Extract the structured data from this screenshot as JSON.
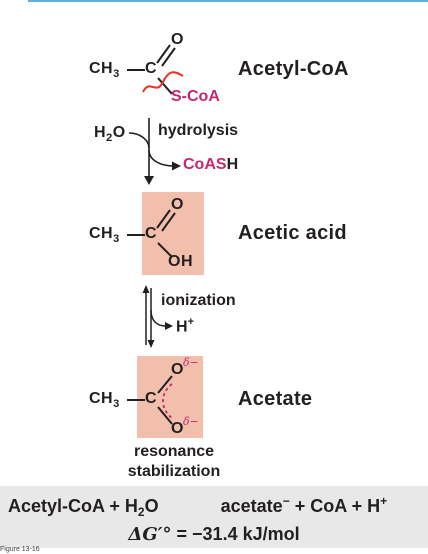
{
  "acetyl": {
    "ch3": "CH",
    "ch3_sub": "3",
    "c": "C",
    "o": "O",
    "scoa": "S-CoA",
    "name": "Acetyl-CoA"
  },
  "hydrolysis": {
    "water": "H",
    "water_sub": "2",
    "water_o": "O",
    "label": "hydrolysis",
    "product_pink": "CoAS",
    "product_black": "H"
  },
  "acetic": {
    "ch3": "CH",
    "ch3_sub": "3",
    "c": "C",
    "o": "O",
    "oh": "OH",
    "name": "Acetic acid"
  },
  "ionization": {
    "label": "ionization",
    "proton": "H",
    "proton_charge": "+"
  },
  "acetate": {
    "ch3": "CH",
    "ch3_sub": "3",
    "c": "C",
    "o_top": "O",
    "o_bottom": "O",
    "delta": "δ−",
    "name": "Acetate"
  },
  "resonance": {
    "line1": "resonance",
    "line2": "stabilization"
  },
  "equation": {
    "reactant1": "Acetyl-CoA",
    "plus1": "+",
    "reactant2": "H",
    "reactant2_sub": "2",
    "reactant2_o": "O",
    "product1": "acetate",
    "product1_charge": "−",
    "plus2": "+",
    "product2": "CoA",
    "plus3": "+",
    "product3": "H",
    "product3_charge": "+",
    "dg_symbol": "ΔG′°",
    "dg_equals": "=",
    "dg_value": "−31.4 kJ/mol"
  },
  "caption": "Figure 13-16",
  "colors": {
    "accent_pink": "#c4286e",
    "box_fill": "#f2bfac",
    "cut_line": "#e8332a",
    "rule_blue": "#5fb0dd",
    "equation_bg": "#e8e8e8"
  }
}
